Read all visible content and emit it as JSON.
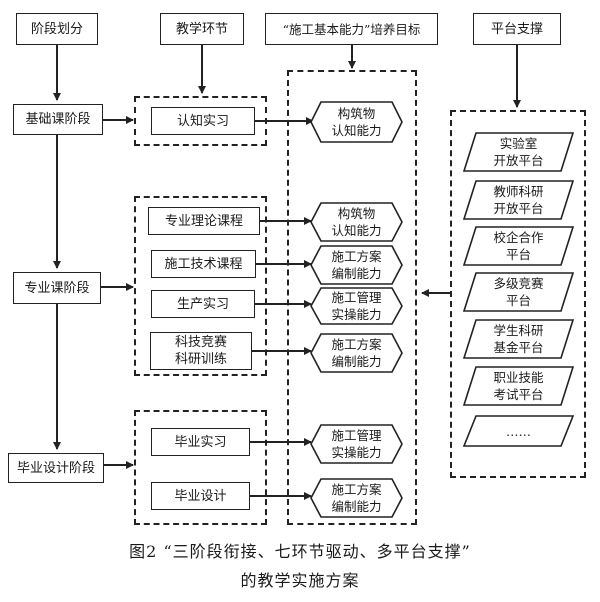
{
  "headers": {
    "stage": "阶段划分",
    "teaching": "教学环节",
    "goal": "“施工基本能力”培养目标",
    "platform": "平台支撑"
  },
  "stages": [
    "基础课阶段",
    "专业课阶段",
    "毕业设计阶段"
  ],
  "teaching_links": [
    "认知实习",
    "专业理论课程",
    "施工技术课程",
    "生产实习",
    "科技竞赛\n科研训练",
    "毕业实习",
    "毕业设计"
  ],
  "abilities": [
    "构筑物\n认知能力",
    "构筑物\n认知能力",
    "施工方案\n编制能力",
    "施工管理\n实操能力",
    "施工方案\n编制能力",
    "施工管理\n实操能力",
    "施工方案\n编制能力"
  ],
  "platforms": [
    "实验室\n开放平台",
    "教师科研\n开放平台",
    "校企合作\n平台",
    "多级竞赛\n平台",
    "学生科研\n基金平台",
    "职业技能\n考试平台",
    "……"
  ],
  "caption": {
    "line1": "图2  “三阶段衔接、七环节驱动、多平台支撑”",
    "line2": "的教学实施方案"
  }
}
